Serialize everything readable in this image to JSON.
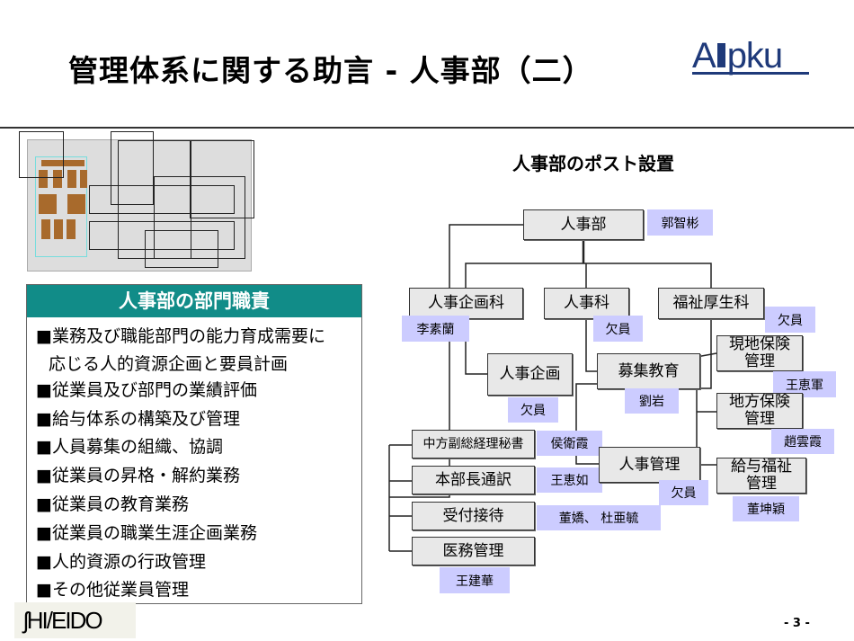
{
  "header": {
    "title": "管理体系に関する助言 - 人事部（二）",
    "logo_text": "AIpku"
  },
  "duties": {
    "heading": "人事部の部門職責",
    "items": [
      {
        "text": "■業務及び職能部門の能力育成需要に",
        "cont": "応じる人的資源企画と要員計画"
      },
      {
        "text": "■従業員及び部門の業績評価"
      },
      {
        "text": "■給与体系の構築及び管理"
      },
      {
        "text": "■人員募集の組織、協調"
      },
      {
        "text": "■従業員の昇格・解約業務"
      },
      {
        "text": "■従業員の教育業務"
      },
      {
        "text": "■従業員の職業生涯企画業務"
      },
      {
        "text": "■人的資源の行政管理"
      },
      {
        "text": "■その他従業員管理"
      }
    ]
  },
  "footer": {
    "company_logo": "SHISEIDO",
    "page_number": "- 3 -"
  },
  "org": {
    "title": "人事部のポスト設置",
    "nodes": {
      "hr": {
        "label": "人事部",
        "person": "郭智彬"
      },
      "planning_section": {
        "label": "人事企画科",
        "person": "李素蘭"
      },
      "hr_section": {
        "label": "人事科",
        "person": "欠員"
      },
      "welfare_section": {
        "label": "福祉厚生科",
        "person": "欠員"
      },
      "local_insurance": {
        "label": "現地保険管理",
        "person": "王恵軍"
      },
      "hr_planning": {
        "label": "人事企画",
        "person": "欠員"
      },
      "recruit": {
        "label": "募集教育",
        "person": "劉岩"
      },
      "regional_insurance": {
        "label": "地方保険管理",
        "person": "趙雲霞"
      },
      "secretary": {
        "label": "中方副総経理秘書",
        "person": "侯衛霞"
      },
      "interpreter": {
        "label": "本部長通訳",
        "person": "王恵如"
      },
      "hr_admin": {
        "label": "人事管理",
        "person": "欠員"
      },
      "payroll": {
        "label": "給与福祉管理",
        "person": "董坤穎"
      },
      "reception": {
        "label": "受付接待",
        "person": "董嬌、 杜亜毓"
      },
      "medical": {
        "label": "医務管理",
        "person": "王建華"
      }
    }
  },
  "colors": {
    "accent": "#118c88",
    "name_tag": "#ccccff",
    "box": "#e8e8e8",
    "logo": "#1f3a7a"
  }
}
